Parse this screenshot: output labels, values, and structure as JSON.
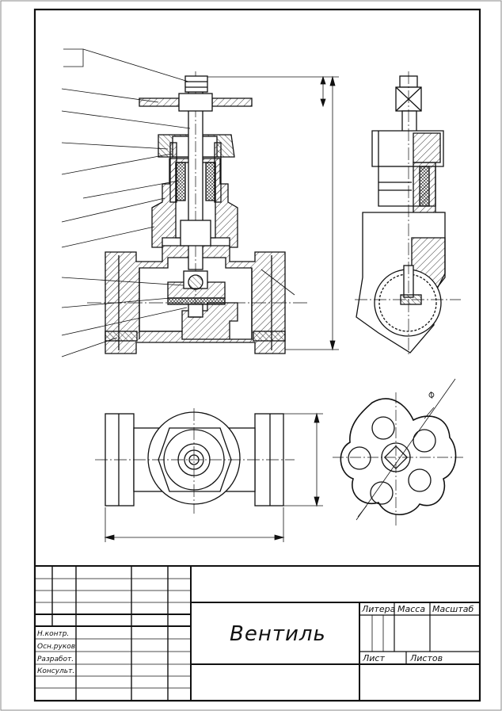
{
  "title_block": {
    "name": "Вентиль",
    "litera": "Литера",
    "massa": "Масса",
    "masshtab": "Масштаб",
    "list": "Лист",
    "listov": "Листов",
    "roles": [
      "Н.контр.",
      "Осн.руков",
      "Разработ.",
      "Консульт."
    ]
  },
  "drawing": {
    "diameter_symbol": "⌀",
    "line_color": "#111111",
    "hatch_color": "#222222"
  }
}
